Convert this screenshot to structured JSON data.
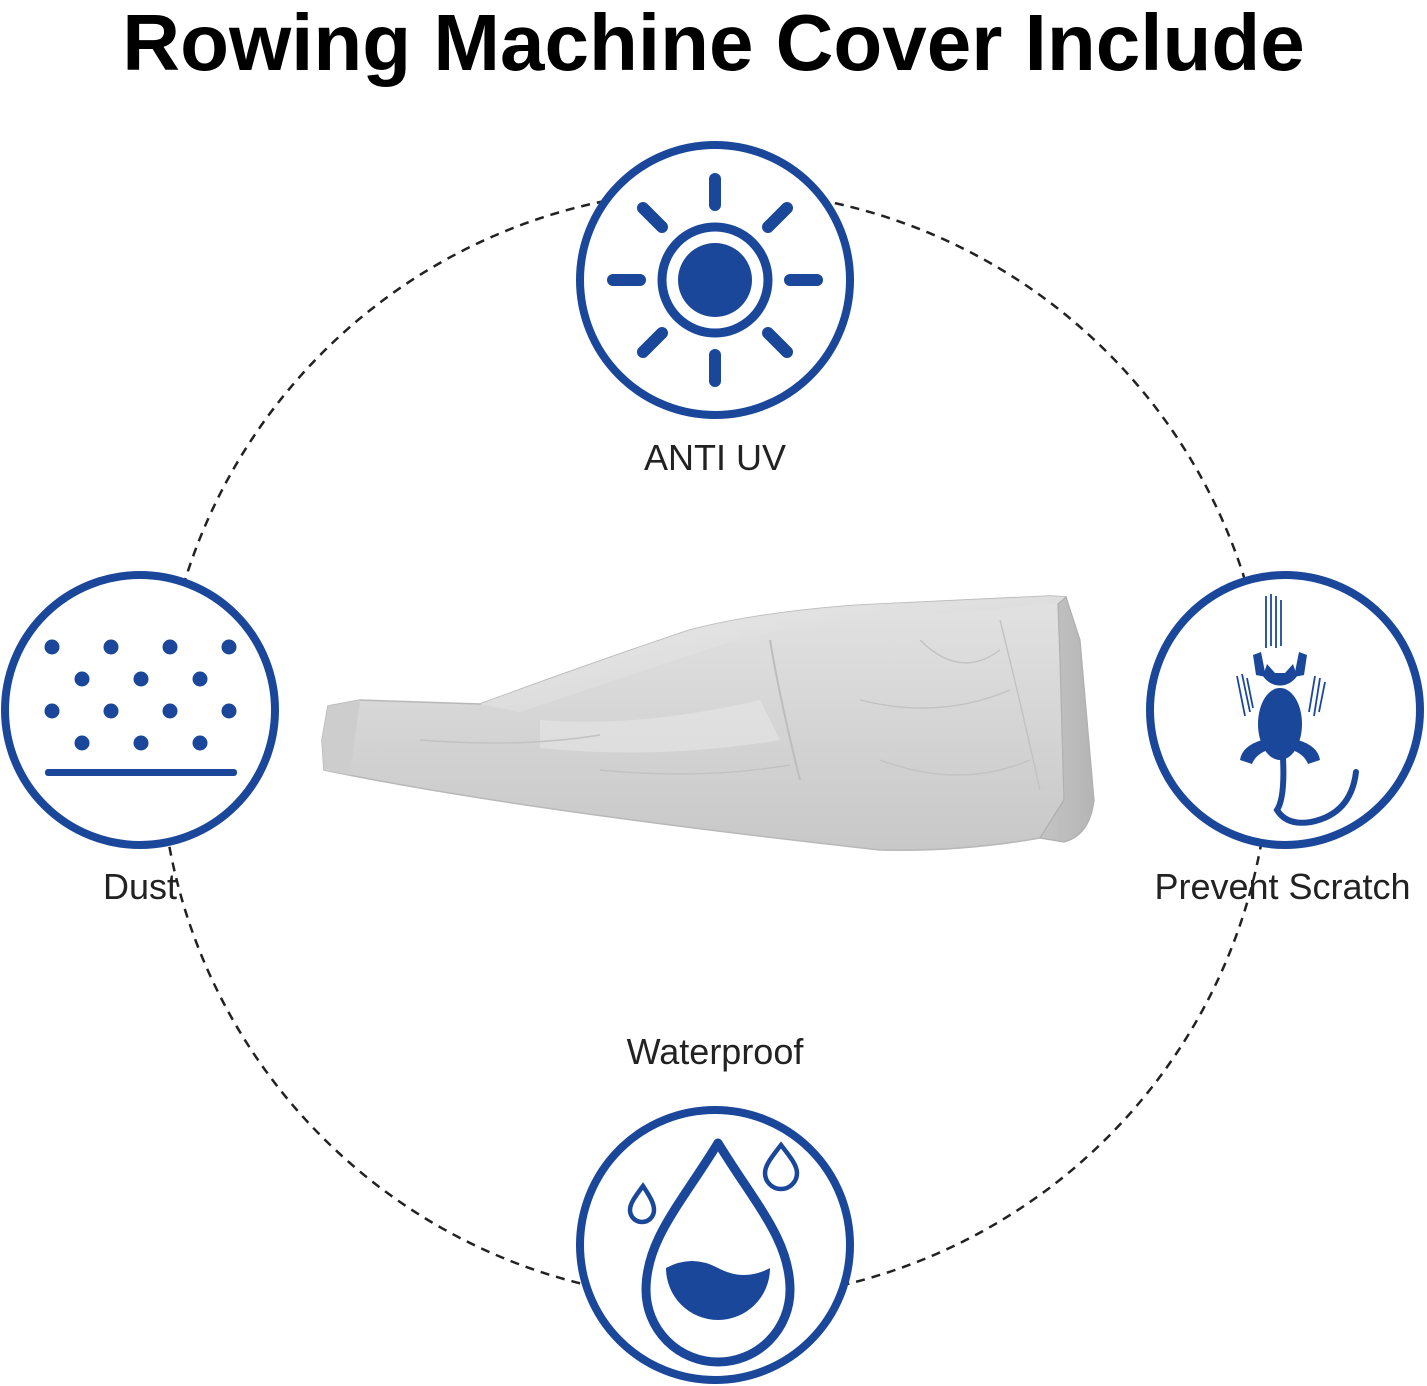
{
  "title": "Rowing Machine Cover Include",
  "features": [
    {
      "id": "anti-uv",
      "label": "ANTI UV",
      "icon": "sun-icon"
    },
    {
      "id": "dust",
      "label": "Dust",
      "icon": "dust-particles-icon"
    },
    {
      "id": "prevent-scratch",
      "label": "Prevent Scratch",
      "icon": "scratching-cat-icon"
    },
    {
      "id": "waterproof",
      "label": "Waterproof",
      "icon": "water-drop-icon"
    }
  ],
  "product": {
    "icon": "rowing-machine-cover-image"
  },
  "colors": {
    "accent": "#1b479a",
    "text": "#222222",
    "title": "#000000",
    "cover_silver": "#d9d9d9"
  }
}
